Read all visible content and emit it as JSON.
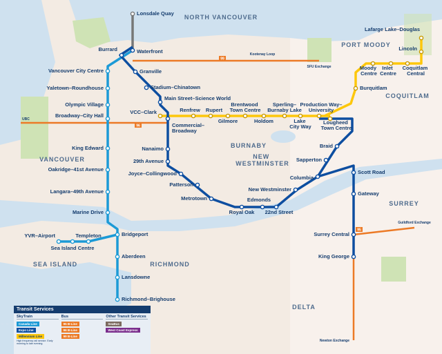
{
  "areas": [
    "NORTH VANCOUVER",
    "PORT MOODY",
    "COQUITLAM",
    "BURNABY",
    "NEW WESTMINSTER",
    "VANCOUVER",
    "SURREY",
    "RICHMOND",
    "SEA ISLAND",
    "DELTA"
  ],
  "colors": {
    "expo": "#0d4ea0",
    "canada": "#1c9ad6",
    "millennium": "#fdc70c",
    "seabus": "#777777",
    "bus": "#ec7a26",
    "water": "#cfe1ef",
    "land": "#f3ebe3",
    "park": "#cfe3b5",
    "west_coast_express": "#7a2d8c"
  },
  "lines": {
    "expo": [
      "Waterfront",
      "Burrard",
      "Granville",
      "Stadium–Chinatown",
      "Main Street–Science World",
      "Commercial–Broadway",
      "Nanaimo",
      "29th Avenue",
      "Joyce–Collingwood",
      "Patterson",
      "Metrotown",
      "Royal Oak",
      "Edmonds",
      "22nd Street",
      "New Westminster",
      "Columbia",
      "Sapperton",
      "Braid",
      "Scott Road",
      "Gateway",
      "Surrey Central",
      "King George"
    ],
    "canada": [
      "Vancouver City Centre",
      "Yaletown–Roundhouse",
      "Olympic Village",
      "Broadway–City Hall",
      "King Edward",
      "Oakridge–41st Avenue",
      "Langara–49th Avenue",
      "Marine Drive",
      "Bridgeport",
      "Templeton",
      "Sea Island Centre",
      "YVR–Airport",
      "Aberdeen",
      "Lansdowne",
      "Richmond–Brighouse"
    ],
    "millennium": [
      "VCC–Clark",
      "Renfrew",
      "Rupert",
      "Gilmore",
      "Brentwood Town Centre",
      "Holdom",
      "Sperling–Burnaby Lake",
      "Lake City Way",
      "Production Way–University",
      "Lougheed Town Centre",
      "Burquitlam",
      "Moody Centre",
      "Inlet Centre",
      "Coquitlam Central",
      "Lincoln",
      "Lafarge Lake–Douglas"
    ],
    "seabus": [
      "Lonsdale Quay"
    ]
  },
  "bus_terminals": [
    "UBC",
    "Kootenay Loop",
    "SFU Exchange",
    "Guildford Exchange",
    "Newton Exchange"
  ],
  "bus_badges": [
    "99",
    "95",
    "96"
  ],
  "legend": {
    "title": "Transit Services",
    "skytrain_title": "SkyTrain",
    "bus_title": "Bus",
    "other_title": "Other Transit Services",
    "canada": "Canada Line",
    "expo": "Expo Line",
    "millennium": "Millennium Line",
    "skytrain_note": "High frequency rail service. Early morning to late evening.",
    "b95": "95 B-Line",
    "b96": "96 B-Line",
    "b99": "99 B-Line",
    "seabus": "SeaBus",
    "wce": "West Coast Express"
  }
}
